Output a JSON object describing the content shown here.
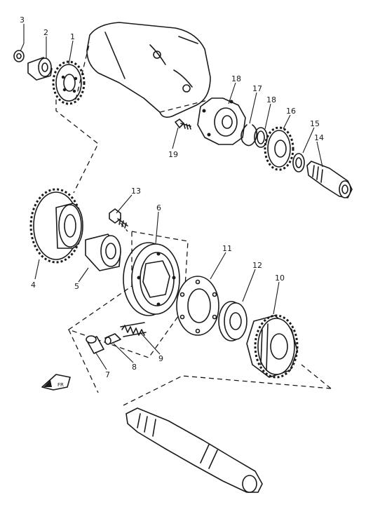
{
  "parts": [
    {
      "id": "part-1",
      "label": "1"
    },
    {
      "id": "part-2",
      "label": "2"
    },
    {
      "id": "part-3",
      "label": "3"
    },
    {
      "id": "part-4",
      "label": "4"
    },
    {
      "id": "part-5",
      "label": "5"
    },
    {
      "id": "part-6",
      "label": "6"
    },
    {
      "id": "part-7",
      "label": "7"
    },
    {
      "id": "part-8",
      "label": "8"
    },
    {
      "id": "part-9",
      "label": "9"
    },
    {
      "id": "part-10",
      "label": "10"
    },
    {
      "id": "part-11",
      "label": "11"
    },
    {
      "id": "part-12",
      "label": "12"
    },
    {
      "id": "part-13",
      "label": "13"
    },
    {
      "id": "part-14",
      "label": "14"
    },
    {
      "id": "part-15",
      "label": "15"
    },
    {
      "id": "part-16",
      "label": "16"
    },
    {
      "id": "part-17",
      "label": "17"
    },
    {
      "id": "part-18",
      "label": "18"
    },
    {
      "id": "part-19",
      "label": "19"
    }
  ],
  "colors": {
    "ink": "#1a1a1a",
    "paper": "#ffffff"
  },
  "icons": [
    "front-arrow-icon"
  ]
}
